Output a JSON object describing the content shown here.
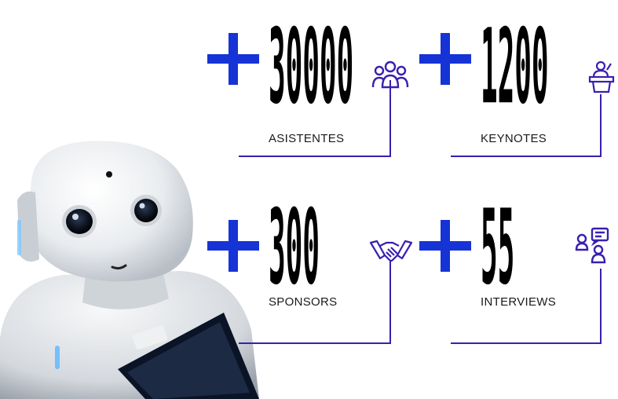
{
  "colors": {
    "blue": "#1633d6",
    "purple": "#3a1fb0",
    "text": "#000000"
  },
  "stats": [
    {
      "value": "30000",
      "label": "ASISTENTES",
      "icon": "people-group-icon"
    },
    {
      "value": "1200",
      "label": "KEYNOTES",
      "icon": "speaker-podium-icon"
    },
    {
      "value": "300",
      "label": "SPONSORS",
      "icon": "handshake-icon"
    },
    {
      "value": "55",
      "label": "INTERVIEWS",
      "icon": "interview-icon"
    }
  ]
}
